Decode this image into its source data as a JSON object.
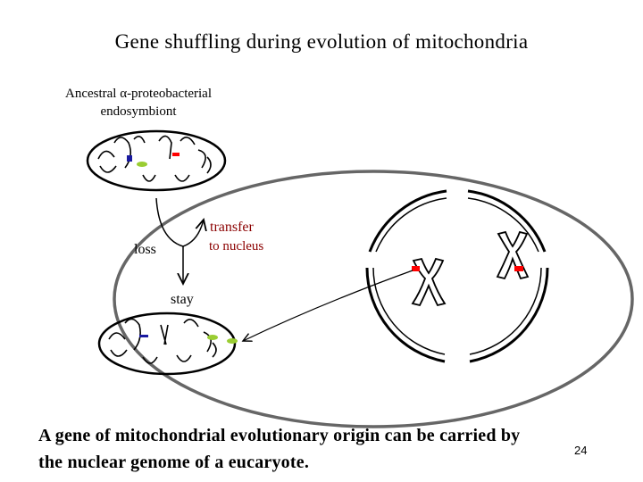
{
  "title": "Gene shuffling during evolution of mitochondria",
  "ancestor": {
    "line1": "Ancestral α-proteobacterial",
    "line2": "endosymbiont"
  },
  "labels": {
    "transfer": "transfer",
    "to_nucleus": "to nucleus",
    "loss": "loss",
    "stay": "stay"
  },
  "caption": {
    "line1": "A gene of mitochondrial evolutionary origin can be carried by",
    "line2": "the nuclear genome of a eucaryote."
  },
  "page_number": "24",
  "colors": {
    "gene_red": "#ff0000",
    "gene_blue": "#1a1aa0",
    "gene_green": "#9acd32",
    "label_dark_red": "#8b0000",
    "cell_outline": "#666666"
  }
}
